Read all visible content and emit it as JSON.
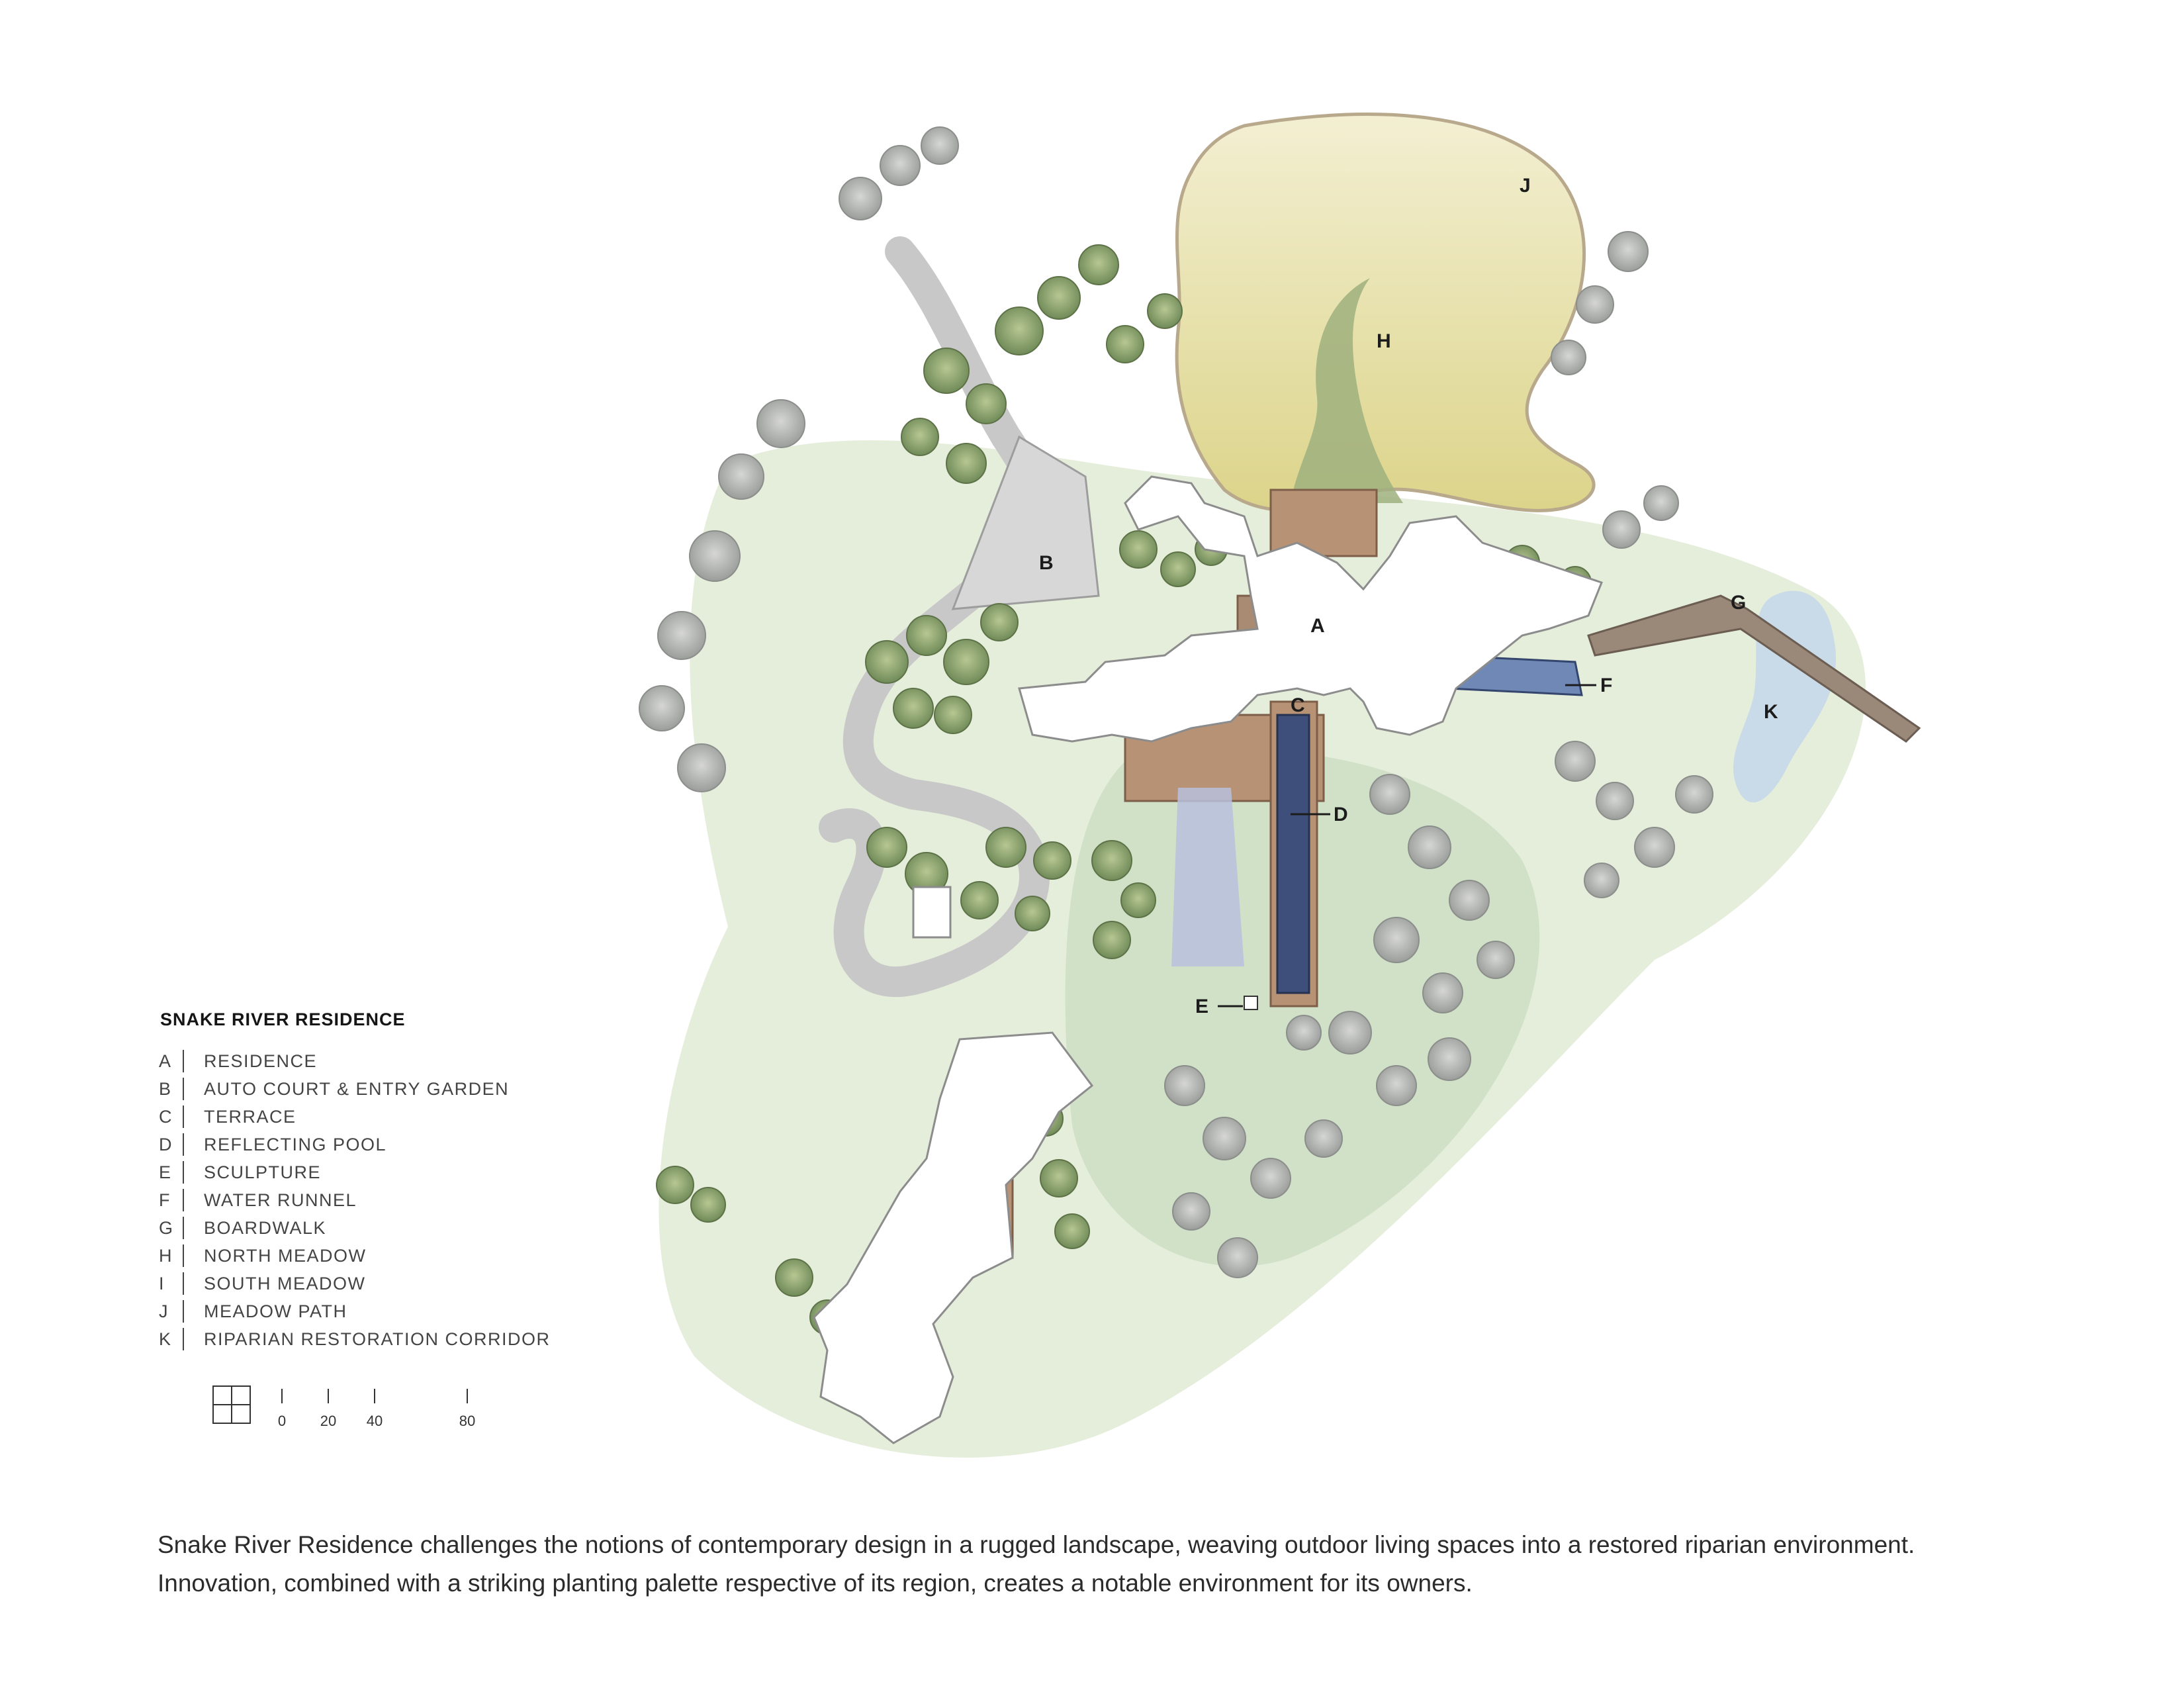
{
  "title": "SNAKE RIVER RESIDENCE",
  "legend": [
    {
      "key": "A",
      "label": "RESIDENCE"
    },
    {
      "key": "B",
      "label": "AUTO COURT & ENTRY GARDEN"
    },
    {
      "key": "C",
      "label": "TERRACE"
    },
    {
      "key": "D",
      "label": "REFLECTING POOL"
    },
    {
      "key": "E",
      "label": "SCULPTURE"
    },
    {
      "key": "F",
      "label": "WATER RUNNEL"
    },
    {
      "key": "G",
      "label": "BOARDWALK"
    },
    {
      "key": "H",
      "label": "NORTH MEADOW"
    },
    {
      "key": "I",
      "label": "SOUTH MEADOW"
    },
    {
      "key": "J",
      "label": "MEADOW PATH"
    },
    {
      "key": "K",
      "label": "RIPARIAN RESTORATION CORRIDOR"
    }
  ],
  "plan_labels": {
    "A": "A",
    "B": "B",
    "C": "C",
    "D": "D",
    "E": "E",
    "F": "F",
    "G": "G",
    "H": "H",
    "J": "J",
    "K": "K"
  },
  "scale": {
    "ticks": [
      "0",
      "20",
      "40",
      "80"
    ]
  },
  "description": [
    "Snake River Residence challenges the notions of contemporary design in a rugged landscape, weaving outdoor living spaces into a restored riparian environment.",
    "Innovation, combined with a striking planting palette respective of its region, creates a notable environment for its owners."
  ],
  "colors": {
    "building": "#ffffff",
    "meadow": "#e6dfa6",
    "grass": "#cfdcbc",
    "tree_green": "#8fa872",
    "tree_grey": "#b9bbb8",
    "pool": "#3d4f7a",
    "terrace": "#b08a6a",
    "water": "#bcd0e6",
    "drive": "#c4c4c4"
  }
}
